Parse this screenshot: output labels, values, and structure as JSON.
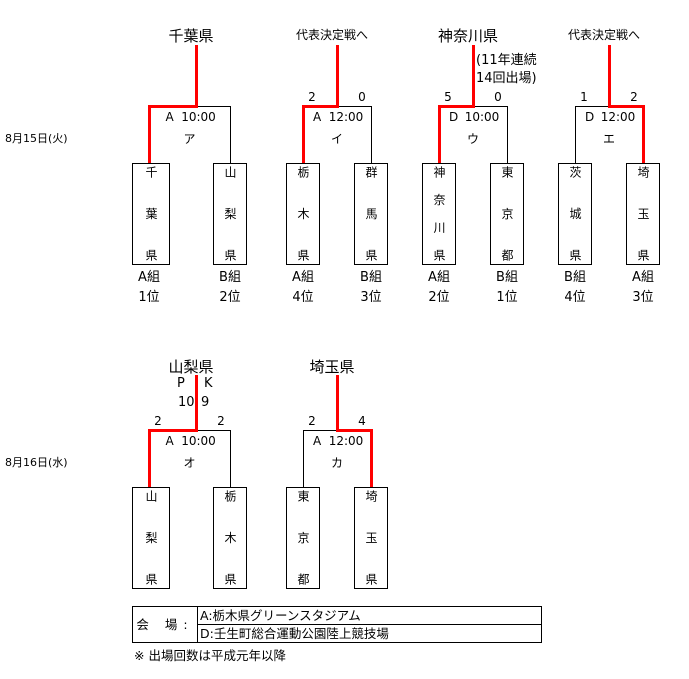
{
  "days": [
    {
      "date": "8月15日(火)",
      "matches": [
        {
          "venue": "A",
          "time": "10:00",
          "code": "ア",
          "scores": [
            "",
            ""
          ],
          "winner": 0,
          "result": "千葉県",
          "teams": [
            {
              "name": "千葉県",
              "group": "A組",
              "rank": "1位"
            },
            {
              "name": "山梨県",
              "group": "B組",
              "rank": "2位"
            }
          ]
        },
        {
          "venue": "A",
          "time": "12:00",
          "code": "イ",
          "scores": [
            "2",
            "0"
          ],
          "winner": 0,
          "result": "代表決定戦へ",
          "teams": [
            {
              "name": "栃木県",
              "group": "A組",
              "rank": "4位"
            },
            {
              "name": "群馬県",
              "group": "B組",
              "rank": "3位"
            }
          ]
        },
        {
          "venue": "D",
          "time": "10:00",
          "code": "ウ",
          "scores": [
            "5",
            "0"
          ],
          "winner": 0,
          "result": "神奈川県",
          "note": [
            "(11年連続",
            "14回出場)"
          ],
          "teams": [
            {
              "name": "神奈川県",
              "group": "A組",
              "rank": "2位"
            },
            {
              "name": "東京都",
              "group": "B組",
              "rank": "1位"
            }
          ]
        },
        {
          "venue": "D",
          "time": "12:00",
          "code": "エ",
          "scores": [
            "1",
            "2"
          ],
          "winner": 1,
          "result": "代表決定戦へ",
          "teams": [
            {
              "name": "茨城県",
              "group": "B組",
              "rank": "4位"
            },
            {
              "name": "埼玉県",
              "group": "A組",
              "rank": "3位"
            }
          ]
        }
      ]
    },
    {
      "date": "8月16日(水)",
      "matches": [
        {
          "venue": "A",
          "time": "10:00",
          "code": "オ",
          "scores": [
            "2",
            "2"
          ],
          "winner": 0,
          "result": "山梨県",
          "pk": {
            "label": [
              "P",
              "K"
            ],
            "scores": [
              "10",
              "9"
            ]
          },
          "teams": [
            {
              "name": "山梨県"
            },
            {
              "name": "栃木県"
            }
          ]
        },
        {
          "venue": "A",
          "time": "12:00",
          "code": "カ",
          "scores": [
            "2",
            "4"
          ],
          "winner": 1,
          "result": "埼玉県",
          "teams": [
            {
              "name": "東京都"
            },
            {
              "name": "埼玉県"
            }
          ]
        }
      ]
    }
  ],
  "venues": {
    "label": "会 場:",
    "items": [
      "A:栃木県グリーンスタジアム",
      "D:壬生町総合運動公園陸上競技場"
    ]
  },
  "footnote": "※ 出場回数は平成元年以降",
  "colors": {
    "winner_line": "#ff0000",
    "line": "#000000"
  }
}
